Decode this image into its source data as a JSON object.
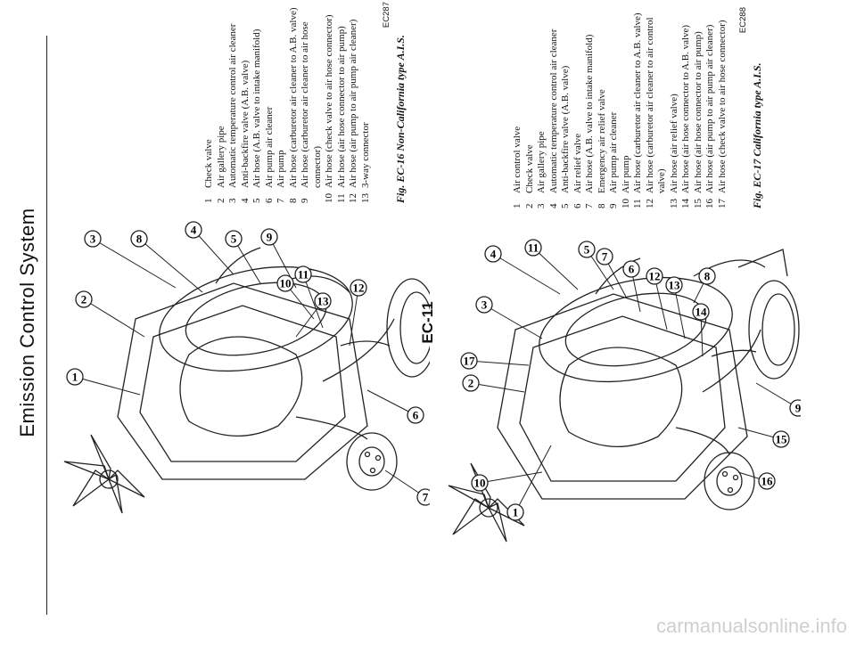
{
  "header": {
    "title": "Emission Control System",
    "page_number": "EC-11"
  },
  "watermark": "carmanualsonline.info",
  "fig16": {
    "code": "EC287",
    "caption": "Fig. EC-16 Non-California type A.I.S.",
    "callouts": [
      "1",
      "2",
      "3",
      "4",
      "5",
      "6",
      "7",
      "8",
      "9",
      "10",
      "11",
      "12",
      "13"
    ],
    "legend": [
      {
        "n": "1",
        "text": "Check valve"
      },
      {
        "n": "2",
        "text": "Air gallery pipe"
      },
      {
        "n": "3",
        "text": "Automatic temperature control air cleaner"
      },
      {
        "n": "4",
        "text": "Anti-backfire valve (A.B. valve)"
      },
      {
        "n": "5",
        "text": "Air hose (A.B. valve to intake manifold)"
      },
      {
        "n": "6",
        "text": "Air pump air cleaner"
      },
      {
        "n": "7",
        "text": "Air pump"
      },
      {
        "n": "8",
        "text": "Air hose (carburetor air cleaner to A.B. valve)"
      },
      {
        "n": "9",
        "text": "Air hose (carburetor air cleaner to air hose connector)"
      },
      {
        "n": "10",
        "text": "Air hose (check valve to air hose connector)"
      },
      {
        "n": "11",
        "text": "Air hose (air hose connector to air pump)"
      },
      {
        "n": "12",
        "text": "Air hose (air pump to air pump air cleaner)"
      },
      {
        "n": "13",
        "text": "3-way connector"
      }
    ]
  },
  "fig17": {
    "code": "EC288",
    "caption": "Fig. EC-17 California type A.I.S.",
    "callouts": [
      "1",
      "2",
      "3",
      "4",
      "5",
      "6",
      "7",
      "8",
      "9",
      "10",
      "11",
      "12",
      "13",
      "14",
      "15",
      "16",
      "17"
    ],
    "legend": [
      {
        "n": "1",
        "text": "Air control valve"
      },
      {
        "n": "2",
        "text": "Check valve"
      },
      {
        "n": "3",
        "text": "Air gallery pipe"
      },
      {
        "n": "4",
        "text": "Automatic temperature control air cleaner"
      },
      {
        "n": "5",
        "text": "Anti-backfire valve (A.B. valve)"
      },
      {
        "n": "6",
        "text": "Air relief valve"
      },
      {
        "n": "7",
        "text": "Air hose (A.B. valve to intake manifold)"
      },
      {
        "n": "8",
        "text": "Emergency air relief valve"
      },
      {
        "n": "9",
        "text": "Air pump air cleaner"
      },
      {
        "n": "10",
        "text": "Air pump"
      },
      {
        "n": "11",
        "text": "Air hose (carburetor air cleaner to A.B. valve)"
      },
      {
        "n": "12",
        "text": "Air hose (carburetor air cleaner to air control valve)"
      },
      {
        "n": "13",
        "text": "Air hose (air relief valve)"
      },
      {
        "n": "14",
        "text": "Air hose (air hose connector to A.B. valve)"
      },
      {
        "n": "15",
        "text": "Air hose (air hose connector to air pump)"
      },
      {
        "n": "16",
        "text": "Air hose (air pump to air pump air cleaner)"
      },
      {
        "n": "17",
        "text": "Air hose (check valve to air hose connector)"
      }
    ]
  }
}
